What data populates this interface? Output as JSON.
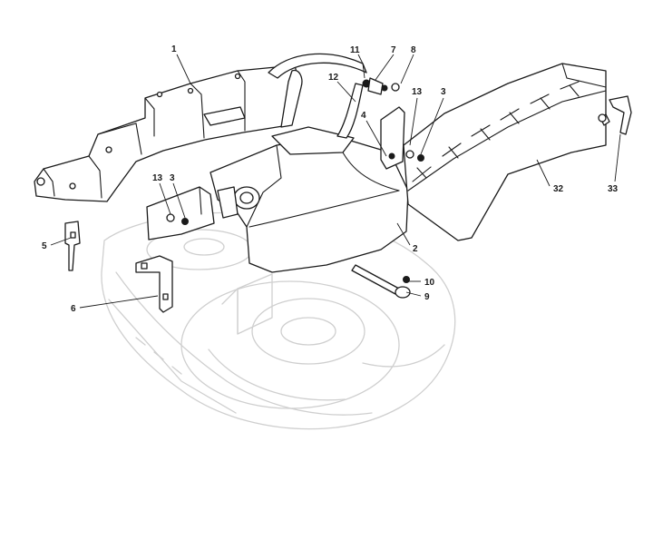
{
  "diagram": {
    "callouts": [
      {
        "id": "c1",
        "label": "1"
      },
      {
        "id": "c11",
        "label": "11"
      },
      {
        "id": "c7",
        "label": "7"
      },
      {
        "id": "c8",
        "label": "8"
      },
      {
        "id": "c12",
        "label": "12"
      },
      {
        "id": "c13a",
        "label": "13"
      },
      {
        "id": "c3a",
        "label": "3"
      },
      {
        "id": "c4",
        "label": "4"
      },
      {
        "id": "c32",
        "label": "32"
      },
      {
        "id": "c33",
        "label": "33"
      },
      {
        "id": "c13b",
        "label": "13"
      },
      {
        "id": "c3b",
        "label": "3"
      },
      {
        "id": "c5",
        "label": "5"
      },
      {
        "id": "c2",
        "label": "2"
      },
      {
        "id": "c6",
        "label": "6"
      },
      {
        "id": "c10",
        "label": "10"
      },
      {
        "id": "c9",
        "label": "9"
      }
    ]
  }
}
